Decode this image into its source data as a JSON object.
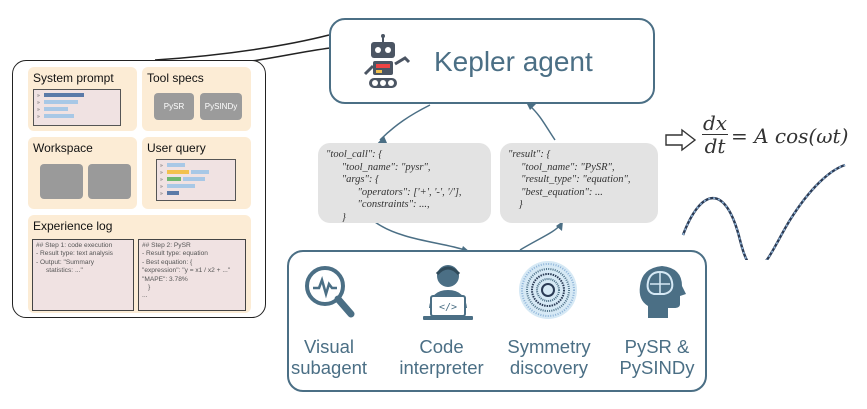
{
  "context_panel": {
    "system_prompt": {
      "title": "System prompt"
    },
    "tool_specs": {
      "title": "Tool specs",
      "tools": [
        "PySR",
        "PySINDy"
      ]
    },
    "workspace": {
      "title": "Workspace"
    },
    "user_query": {
      "title": "User query"
    },
    "experience_log": {
      "title": "Experience log",
      "entries": [
        {
          "lines": [
            "## Step 1: code execution",
            "- Result type: text analysis",
            "-   Output: \"Summary",
            "    statistics: ...\""
          ]
        },
        {
          "lines": [
            "## Step 2: PySR",
            "- Result type: equation",
            "- Best equation: {",
            "\"expression\": \"y = x1 / x2 + ...\"",
            "\"MAPE\": 3.78%",
            "}",
            "..."
          ]
        }
      ]
    }
  },
  "agent": {
    "title": "Kepler agent"
  },
  "tool_call_text": "\"tool_call\": {\n      \"tool_name\": \"pysr\",\n      \"args\": {\n            \"operators\": ['+', '-', '/'],\n            \"constraints\": ...,\n      }",
  "result_text": "\"result\": {\n     \"tool_name\": \"PySR\",\n     \"result_type\": \"equation\",\n     \"best_equation\": ...\n    }",
  "formula": {
    "lhs_num": "dx",
    "lhs_den": "dt",
    "rhs": "= A cos(ωt)"
  },
  "tools": [
    {
      "label_line1": "Visual",
      "label_line2": "subagent",
      "icon": "magnifier-waveform-icon"
    },
    {
      "label_line1": "Code",
      "label_line2": "interpreter",
      "icon": "developer-laptop-icon"
    },
    {
      "label_line1": "Symmetry",
      "label_line2": "discovery",
      "icon": "symmetry-pattern-icon"
    },
    {
      "label_line1": "PySR &",
      "label_line2": "PySINDy",
      "icon": "brain-head-icon"
    }
  ],
  "colors": {
    "accent": "#4b6f85",
    "card": "#fcecd5",
    "json_bg": "#e3e3e3"
  }
}
